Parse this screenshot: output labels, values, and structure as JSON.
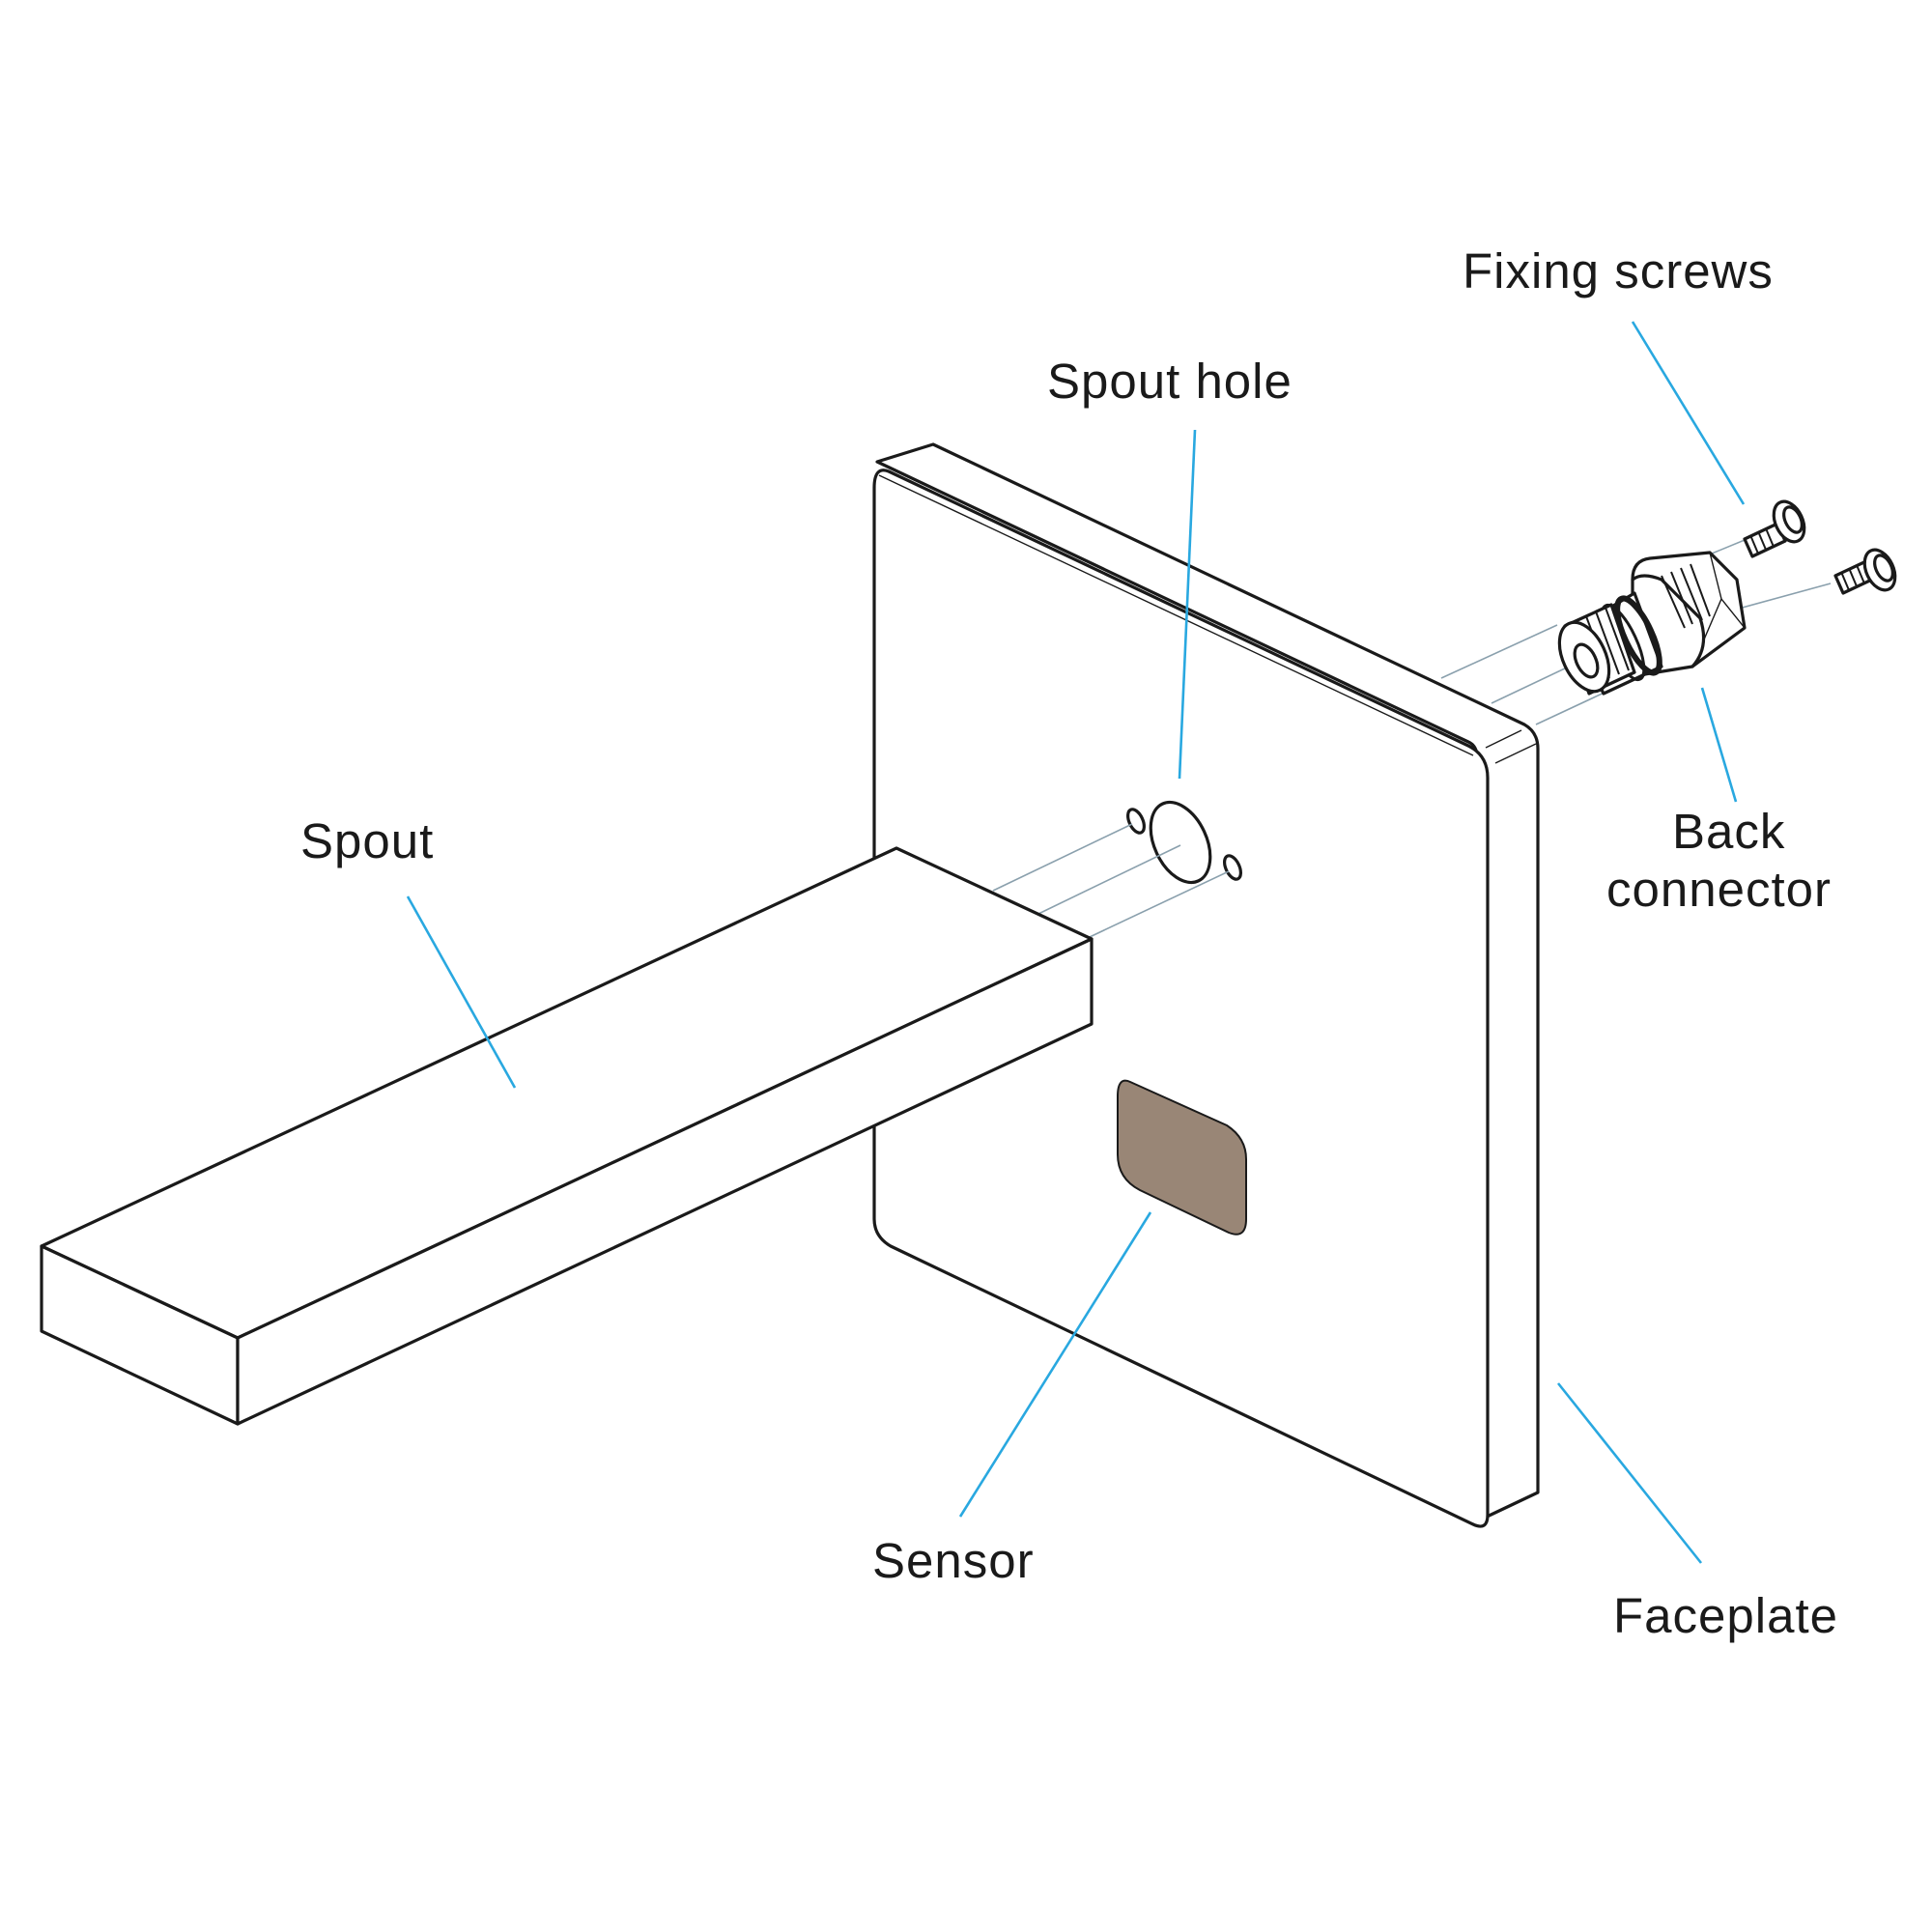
{
  "labels": {
    "fixing_screws": "Fixing screws",
    "spout_hole": "Spout hole",
    "spout": "Spout",
    "back_connector_line1": "Back",
    "back_connector_line2": "connector",
    "sensor": "Sensor",
    "faceplate": "Faceplate"
  },
  "colors": {
    "leader": "#29a8e0",
    "sensor": "#998676",
    "outline": "#1a1a1a"
  }
}
